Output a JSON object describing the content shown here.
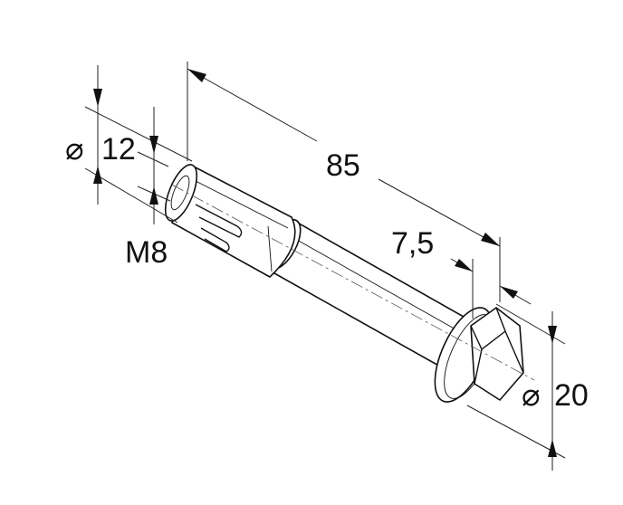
{
  "dimensions": {
    "diameter_sleeve": {
      "symbol": "⌀",
      "value": "12"
    },
    "thread": {
      "value": "M8"
    },
    "overall_length": {
      "value": "85"
    },
    "flange_thickness": {
      "value": "7,5"
    },
    "diameter_flange": {
      "symbol": "⌀",
      "value": "20"
    }
  }
}
